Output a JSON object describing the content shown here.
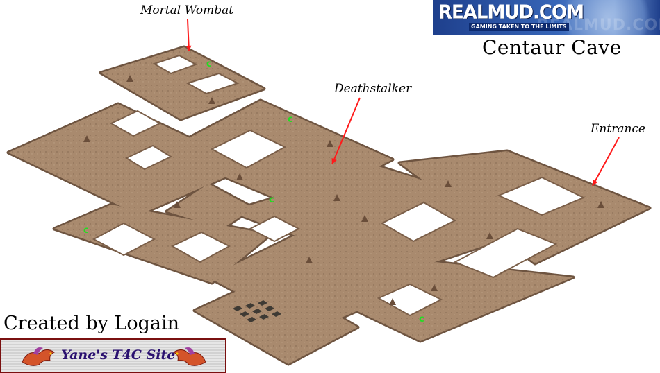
{
  "map": {
    "title": "Centaur Cave",
    "credit": "Created by Logain",
    "markers": [
      {
        "name": "Mortal Wombat",
        "label": "Mortal Wombat"
      },
      {
        "name": "Deathstalker",
        "label": "Deathstalker"
      },
      {
        "name": "Entrance",
        "label": "Entrance"
      }
    ],
    "spawn_symbol": "c",
    "colors": {
      "floor": "#a98a6e",
      "wall": "#6e5440",
      "arrow": "#ff1a1a",
      "spawn": "#22dd22"
    }
  },
  "banner": {
    "brand": "REALMUD.COM",
    "tagline": "GAMING TAKEN TO THE LIMITS",
    "background_text": "REALMUD.COM"
  },
  "site_logo": {
    "text": "Yane's T4C Site"
  }
}
